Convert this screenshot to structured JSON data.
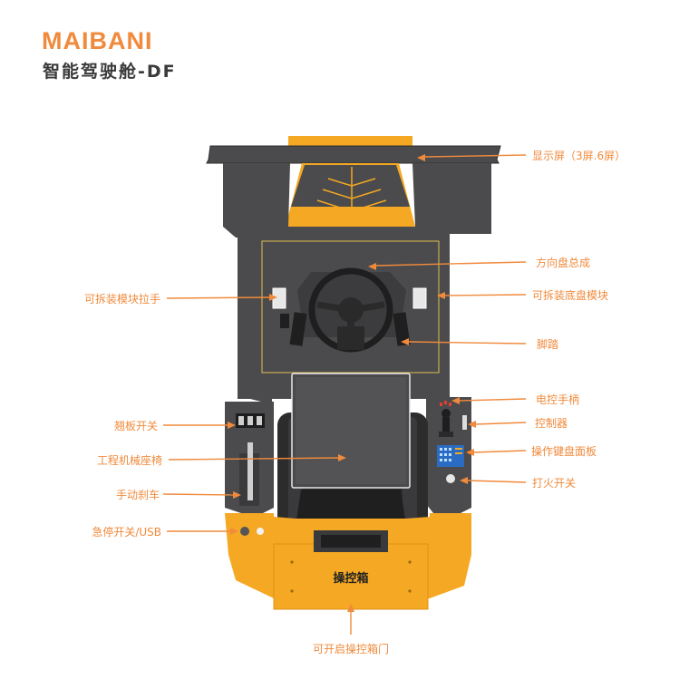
{
  "header": {
    "brand": "MAIBANI",
    "subtitle": "智能驾驶舱-DF"
  },
  "colors": {
    "accent": "#f08a3c",
    "body_yellow": "#f5a823",
    "body_dark": "#4b4b4d"
  },
  "device": {
    "box_label": "操控箱"
  },
  "callouts": {
    "display": "显示屏（3屏.6屏）",
    "steering": "方向盘总成",
    "removable_module": "可拆装底盘模块",
    "removable_handle": "可拆装模块拉手",
    "pedals": "脚踏",
    "joystick": "电控手柄",
    "controller": "控制器",
    "flip_switch": "翘板开关",
    "keyboard_panel": "操作键盘面板",
    "seat": "工程机械座椅",
    "ignition": "打火开关",
    "handbrake": "手动刹车",
    "estop_usb": "急停开关/USB",
    "box_door": "可开启操控箱门"
  }
}
